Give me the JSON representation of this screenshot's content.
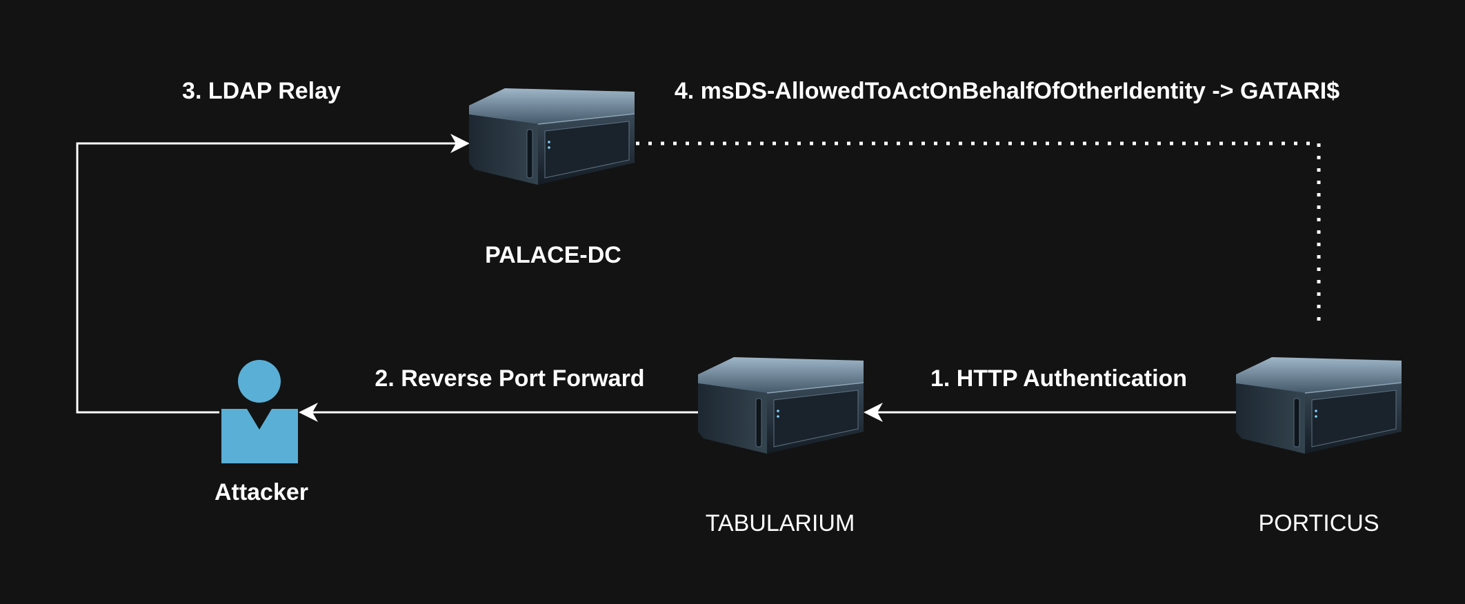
{
  "nodes": {
    "palace_dc": {
      "label": "PALACE-DC"
    },
    "tabularium": {
      "label": "TABULARIUM"
    },
    "porticus": {
      "label": "PORTICUS"
    },
    "attacker": {
      "label": "Attacker"
    }
  },
  "edges": {
    "step1": {
      "label": "1. HTTP Authentication"
    },
    "step2": {
      "label": "2. Reverse Port Forward"
    },
    "step3": {
      "label": "3. LDAP Relay"
    },
    "step4": {
      "label": "4. msDS-AllowedToActOnBehalfOfOtherIdentity -> GATARI$"
    }
  },
  "colors": {
    "background": "#131313",
    "connector": "#ffffff",
    "attacker_icon": "#5aafd6"
  }
}
